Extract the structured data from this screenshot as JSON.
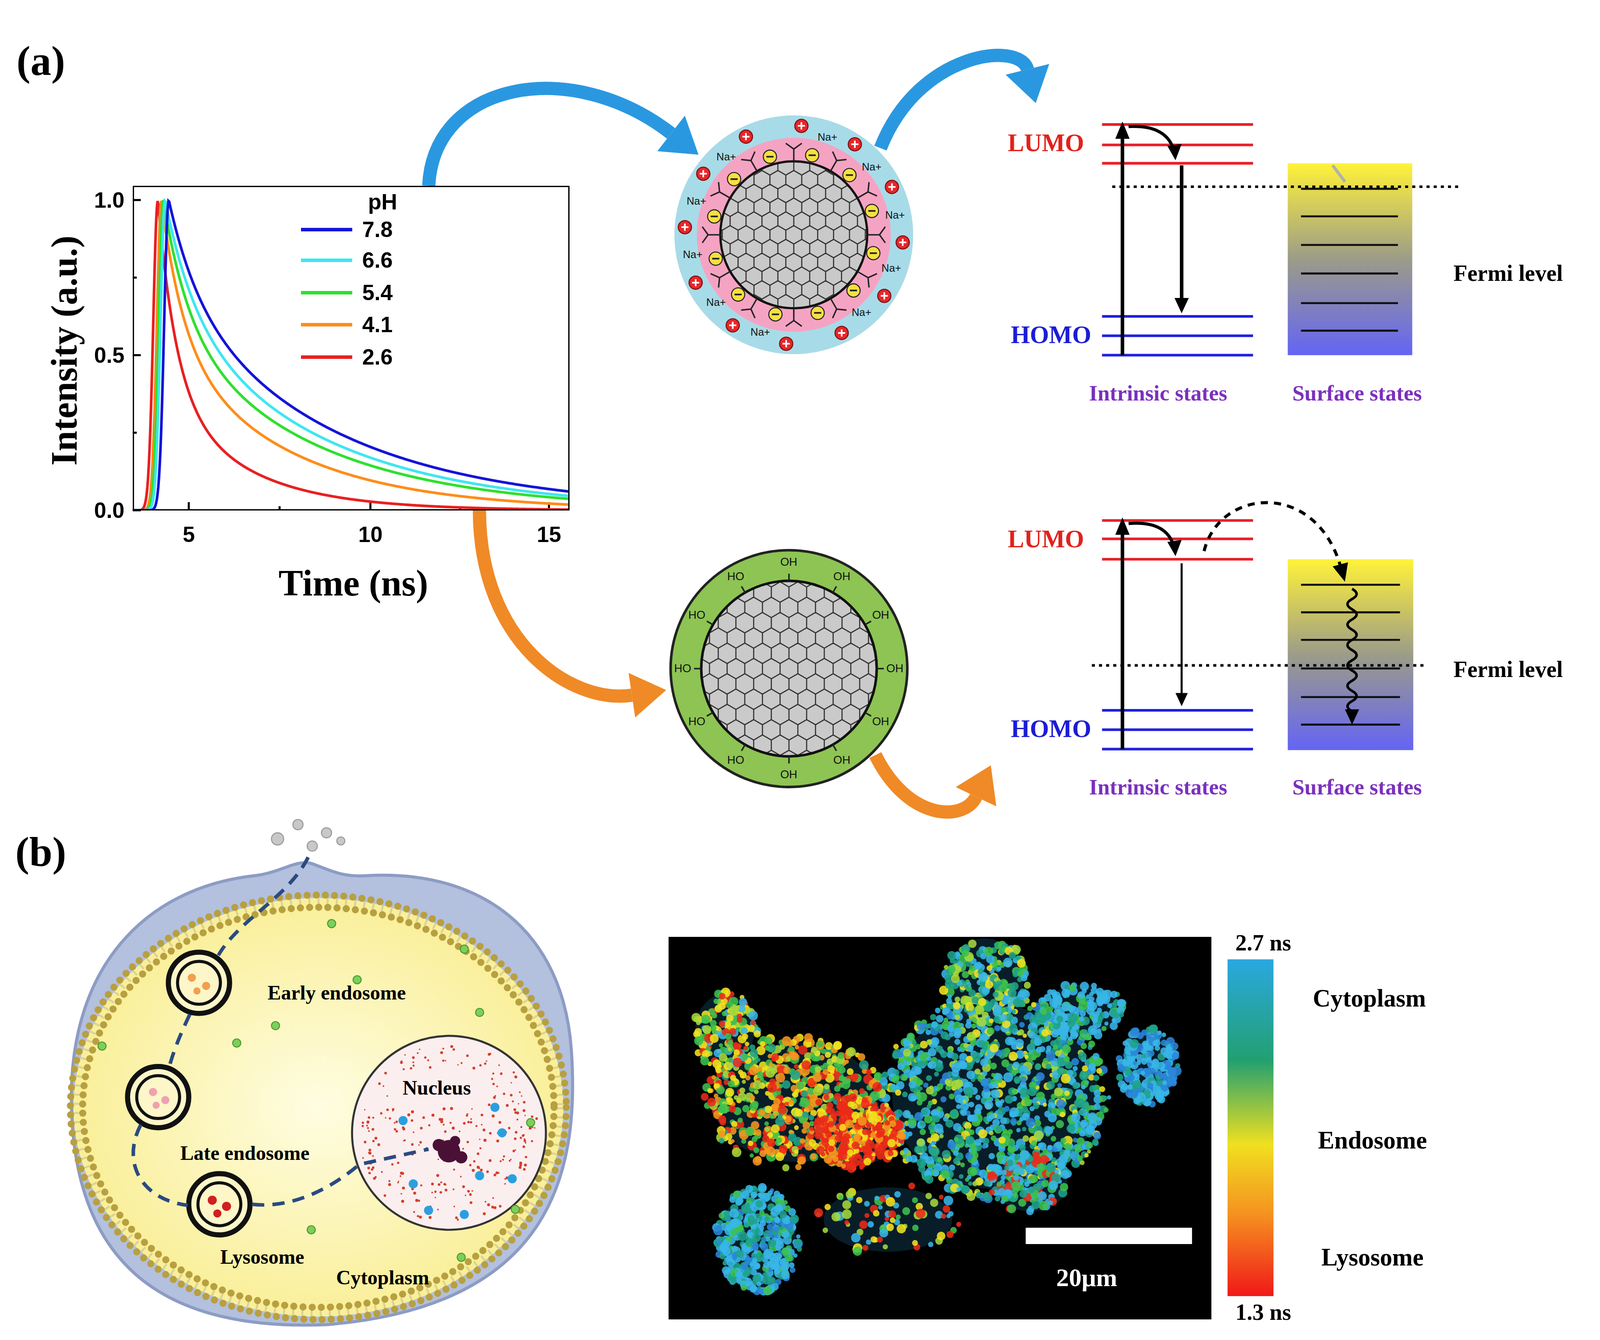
{
  "diagram": {
    "nodes": [
      {
        "text": [
          "Intensity (a.u.)",
          "Time (ns)"
        ]
      },
      {
        "text": [
          "Na+",
          "Na+",
          "Na+",
          "Na+",
          "Na+",
          "Na+",
          "Na+",
          "Na+",
          "Na+",
          "Na+"
        ]
      },
      {
        "text": [
          "LUMO",
          "HOMO",
          "Intrinsic states",
          "Surface states",
          "Fermi level"
        ]
      },
      {
        "text": [
          "OH",
          "OH",
          "OH",
          "OH",
          "OH",
          "OH",
          "OH",
          "HO",
          "HO",
          "HO",
          "HO",
          "HO"
        ]
      },
      {
        "text": [
          "LUMO",
          "HOMO",
          "Intrinsic states",
          "Surface states",
          "Fermi level"
        ]
      },
      {
        "text": [
          "Early endosome",
          "Late endosome",
          "Nucleus",
          "Lysosome",
          "Cytoplasm"
        ]
      },
      {
        "text": [
          "20μm"
        ]
      }
    ],
    "edges": [
      {
        "from": 0,
        "to": 1,
        "arrow": "to"
      },
      {
        "from": 1,
        "to": 2,
        "arrow": "to"
      },
      {
        "from": 0,
        "to": 3,
        "arrow": "to"
      },
      {
        "from": 3,
        "to": 4,
        "arrow": "to"
      }
    ],
    "labels": [
      "(a)",
      "1.0",
      "0.5",
      "0.0",
      "5",
      "10",
      "15",
      "pH",
      "(b)",
      "2.7 ns",
      "1.3 ns"
    ],
    "legend": [
      {
        "text": "7.8",
        "color": "#1414d8"
      },
      {
        "text": "6.6",
        "color": "#3ee6f0"
      },
      {
        "text": "5.4",
        "color": "#2ee02e"
      },
      {
        "text": "4.1",
        "color": "#ff8c1a"
      },
      {
        "text": "2.6",
        "color": "#e82020"
      },
      {
        "text": "Cytoplasm",
        "color": "#2aa8e0"
      },
      {
        "text": "Endosome",
        "color": "#f0e020"
      },
      {
        "text": "Lysosome",
        "color": "#f01818"
      }
    ]
  }
}
